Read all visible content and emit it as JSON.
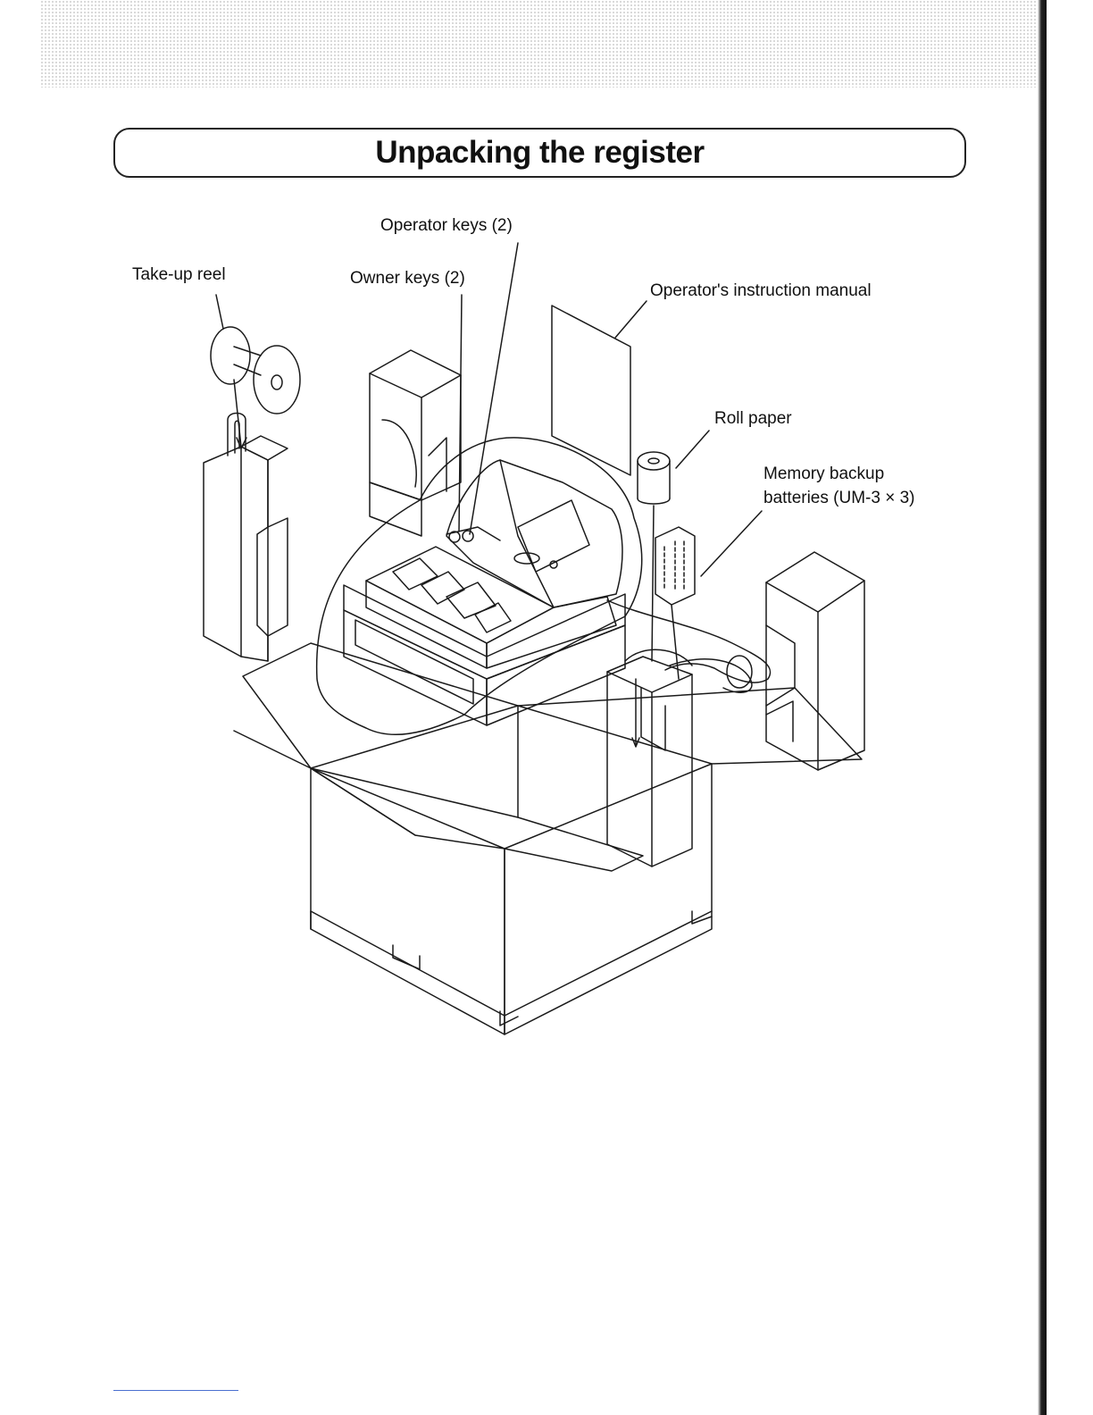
{
  "page": {
    "title": "Unpacking the register"
  },
  "callouts": {
    "take_up_reel": "Take-up reel",
    "operator_keys": "Operator keys (2)",
    "owner_keys": "Owner keys (2)",
    "instruction_manual": "Operator's instruction manual",
    "roll_paper": "Roll paper",
    "batteries_line1": "Memory backup",
    "batteries_line2": "batteries (UM-3 × 3)"
  }
}
